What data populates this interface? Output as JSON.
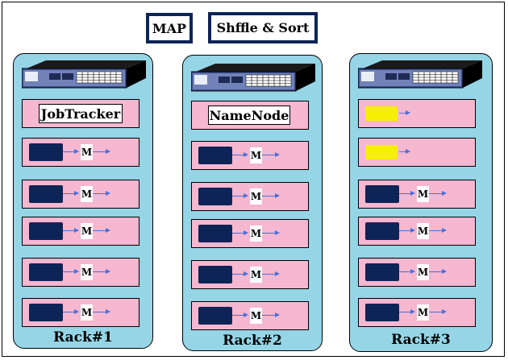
{
  "legend": {
    "map_label": "MAP",
    "shuffle_label": "Shffle & Sort"
  },
  "racks": [
    {
      "label": "Rack#1",
      "service": "JobTracker",
      "nodes": [
        {
          "task": "M"
        },
        {
          "task": "M"
        },
        {
          "task": "M"
        },
        {
          "task": "M"
        },
        {
          "task": "M"
        }
      ]
    },
    {
      "label": "Rack#2",
      "service": "NameNode",
      "nodes": [
        {
          "task": "M"
        },
        {
          "task": "M"
        },
        {
          "task": "M"
        },
        {
          "task": "M"
        },
        {
          "task": "M"
        }
      ]
    },
    {
      "label": "Rack#3",
      "nodes": [
        {
          "task": "M"
        },
        {
          "task": "M"
        },
        {
          "task": "M"
        },
        {
          "task": "M"
        }
      ]
    }
  ],
  "colors": {
    "rack_fill": "#95d5e6",
    "node_fill": "#f6b7d0",
    "map_chip": "#0d2457",
    "reduce_chip": "#f5ef05",
    "arrow": "#4a6fd8"
  },
  "icons": [
    "network-switch-icon"
  ]
}
